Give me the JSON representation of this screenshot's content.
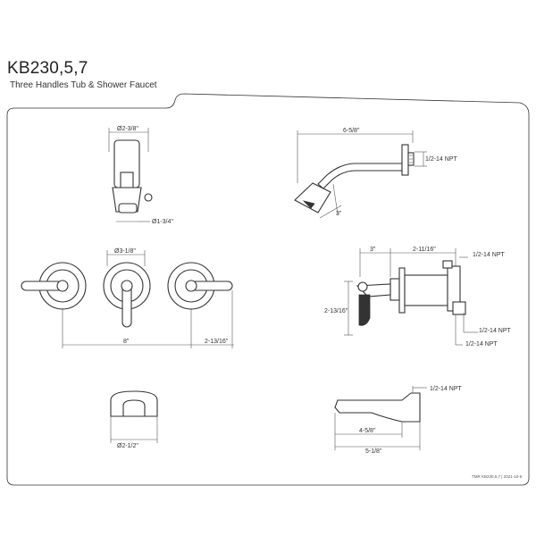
{
  "header": {
    "model": "KB230,5,7",
    "subtitle": "Three Handles Tub & Shower Faucet"
  },
  "dims": {
    "head_dia": "Ø2-3/8\"",
    "spray_dia": "Ø1-3/4\"",
    "arm_len": "6-5/8\"",
    "arm_npt": "1/2-14 NPT",
    "arm_drop": "3\"",
    "escutcheon_dia": "Ø3-1/8\"",
    "center_spacing": "8\"",
    "handle_depth": "2-13/16\"",
    "valve_3": "3\"",
    "valve_2_11": "2-11/16\"",
    "valve_npt_top": "1/2-14 NPT",
    "valve_height": "2-13/16\"",
    "valve_npt_mid": "1/2-14 NPT",
    "valve_npt_bot": "1/2-14 NPT",
    "spout_dia": "Ø2-1/2\"",
    "spout_npt": "1/2-14 NPT",
    "spout_len1": "4-5/8\"",
    "spout_len2": "5-1/8\""
  },
  "footer": {
    "ref": "TMR KB230,5,7 | 2021-10-6"
  }
}
